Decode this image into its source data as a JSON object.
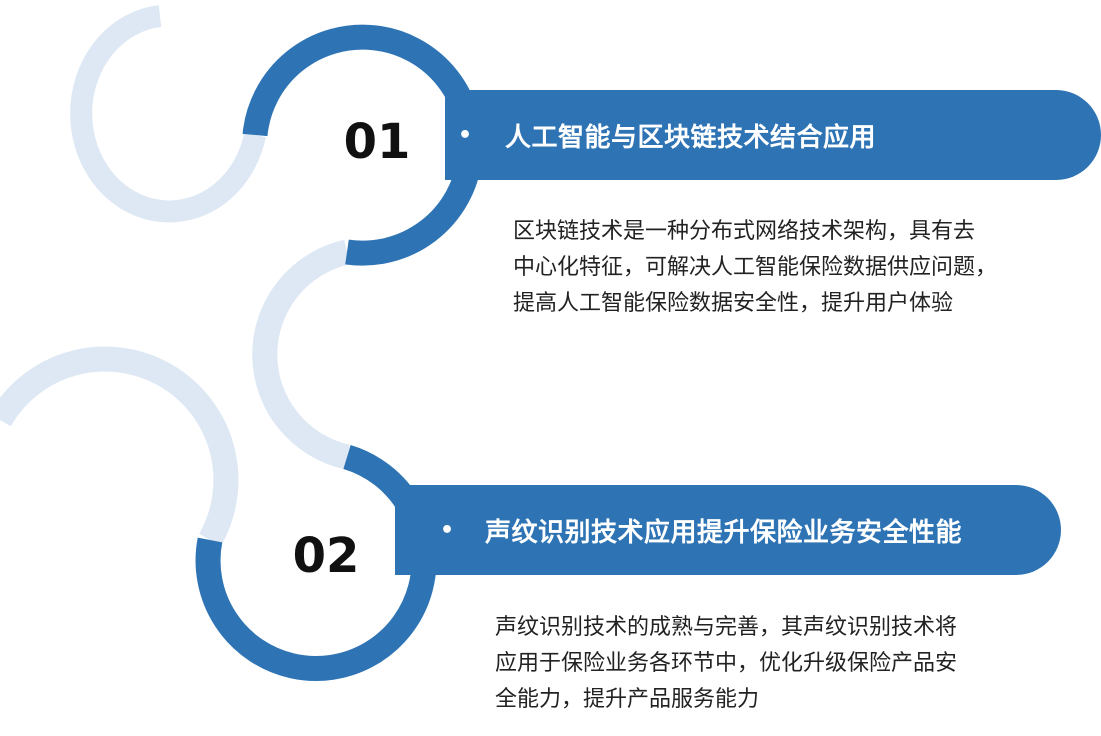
{
  "colors": {
    "accent": "#2e74b5",
    "light_arc": "#dde8f4"
  },
  "items": [
    {
      "number": "01",
      "title": "人工智能与区块链技术结合应用",
      "bullet": "•",
      "description_lines": [
        "区块链技术是一种分布式网络技术架构，具有去",
        "中心化特征，可解决人工智能保险数据供应问题，",
        "提高人工智能保险数据安全性，提升用户体验"
      ]
    },
    {
      "number": "02",
      "title": "声纹识别技术应用提升保险业务安全性能",
      "bullet": "•",
      "description_lines": [
        "声纹识别技术的成熟与完善，其声纹识别技术将",
        "应用于保险业务各环节中，优化升级保险产品安",
        "全能力，提升产品服务能力"
      ]
    }
  ]
}
